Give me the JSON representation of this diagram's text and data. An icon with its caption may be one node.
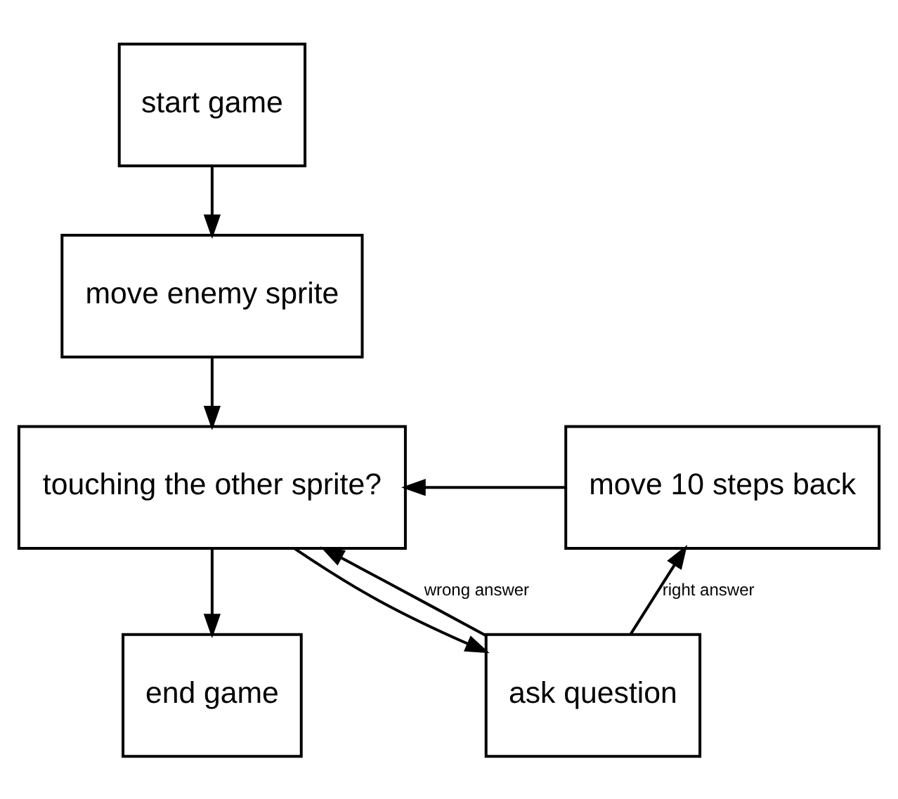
{
  "diagram": {
    "nodes": [
      {
        "text": [
          "start game"
        ]
      },
      {
        "text": [
          "move enemy sprite"
        ]
      },
      {
        "text": [
          "touching the other sprite?"
        ]
      },
      {
        "text": [
          "move 10 steps back"
        ]
      },
      {
        "text": [
          "end game"
        ]
      },
      {
        "text": [
          "ask question"
        ]
      }
    ],
    "edges": [
      {
        "from": 0,
        "to": 1,
        "arrow": "to"
      },
      {
        "from": 1,
        "to": 2,
        "arrow": "to"
      },
      {
        "from": 2,
        "to": 4,
        "arrow": "to"
      },
      {
        "from": 2,
        "to": 5,
        "arrow": "to"
      },
      {
        "from": 5,
        "to": 3,
        "arrow": "to",
        "label": "right answer"
      },
      {
        "from": 3,
        "to": 2,
        "arrow": "to"
      },
      {
        "from": 5,
        "to": 2,
        "arrow": "to",
        "label": "wrong answer"
      }
    ]
  }
}
